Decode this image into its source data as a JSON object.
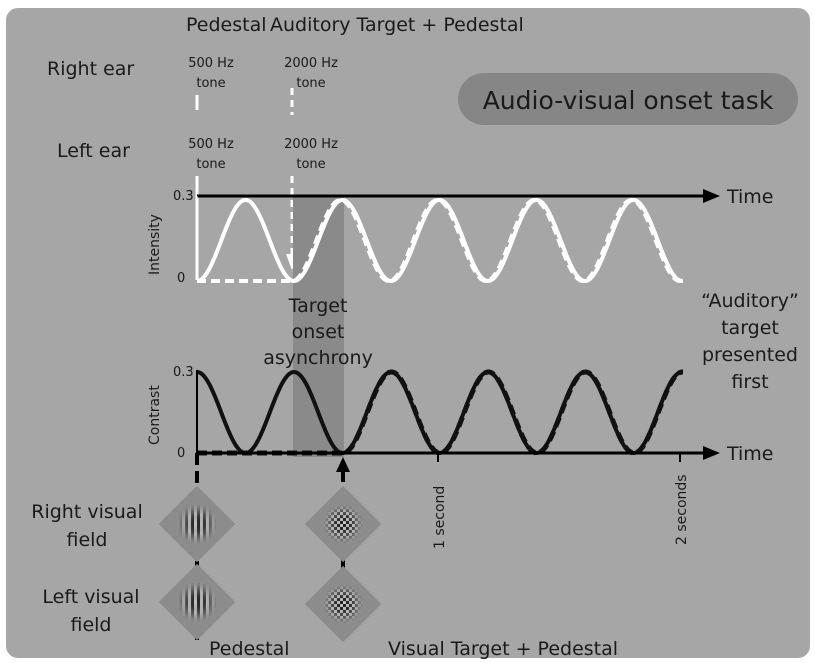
{
  "figure": {
    "title_pedestal": "Pedestal",
    "title_auditory_target": "Auditory Target + Pedestal",
    "task_badge": "Audio-visual onset task",
    "right_ear": "Right ear",
    "left_ear": "Left ear",
    "tone_500_hz": "500 Hz",
    "tone_500_word": "tone",
    "tone_2000_hz": "2000 Hz",
    "tone_2000_word": "tone",
    "time_label": "Time",
    "intensity_label": "Intensity",
    "contrast_label": "Contrast",
    "tick_max": "0.3",
    "tick_zero": "0",
    "target_onset": [
      "Target",
      "onset",
      "asynchrony"
    ],
    "auditory_first": [
      "“Auditory”",
      "target",
      "presented",
      "first"
    ],
    "one_second": "1 second",
    "two_seconds": "2 seconds",
    "right_visual_field": [
      "Right visual",
      "field"
    ],
    "left_visual_field": [
      "Left visual",
      "field"
    ],
    "bottom_pedestal": "Pedestal",
    "bottom_visual_target": "Visual Target + Pedestal"
  },
  "colors": {
    "background": "#a6a6a6",
    "badge": "#868686",
    "asynchrony_band": "#8a8a8a",
    "axis": "#000000",
    "auditory_curve": "#ffffff",
    "visual_curve": "#111111"
  }
}
